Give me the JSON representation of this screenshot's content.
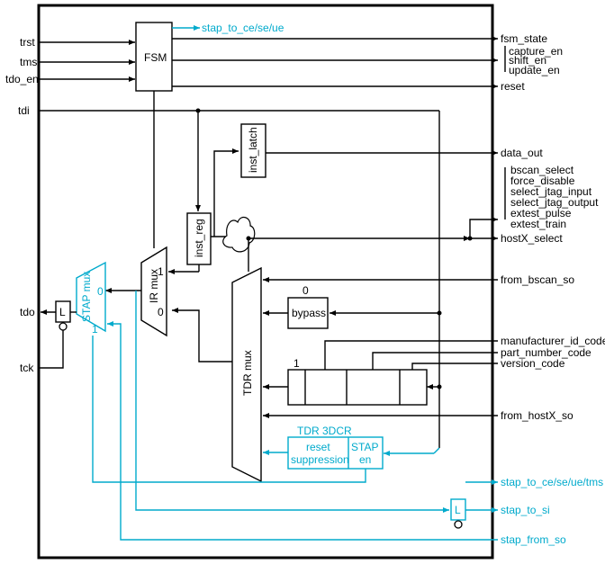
{
  "colors": {
    "line": "#000000",
    "accent": "#00aacc",
    "background": "#ffffff"
  },
  "inputs": {
    "trst": "trst",
    "tms": "tms",
    "tdo_en": "tdo_en",
    "tdi": "tdi",
    "tdo": "tdo",
    "tck": "tck"
  },
  "blocks": {
    "fsm": "FSM",
    "inst_latch": "inst_latch",
    "inst_reg": "inst_reg",
    "ir_mux": "IR mux",
    "stap_mux": "STAP mux",
    "tdr_mux": "TDR mux",
    "bypass": "bypass",
    "latch_tdo": "L",
    "latch_si": "L",
    "tdr_3dcr": "TDR 3DCR",
    "reset_suppression_1": "reset",
    "reset_suppression_2": "suppression",
    "stap_en_1": "STAP",
    "stap_en_2": "en"
  },
  "mux_inputs": {
    "ir_one": "1",
    "ir_zero": "0",
    "stap_zero": "0",
    "stap_one": "1",
    "bypass_zero": "0",
    "id_one": "1"
  },
  "outputs": {
    "stap_to_ce": "stap_to_ce/se/ue",
    "fsm_state": "fsm_state",
    "capture_en": "capture_en",
    "shift_en": "shift_en",
    "update_en": "update_en",
    "reset": "reset",
    "data_out": "data_out",
    "bscan_select": "bscan_select",
    "force_disable": "force_disable",
    "select_jtag_input": "select_jtag_input",
    "select_jtag_output": "select_jtag_output",
    "extest_pulse": "extest_pulse",
    "extest_train": "extest_train",
    "hostX_select": "hostX_select",
    "from_bscan_so": "from_bscan_so",
    "manufacturer_id_code": "manufacturer_id_code",
    "part_number_code": "part_number_code",
    "version_code": "version_code",
    "from_hostX_so": "from_hostX_so",
    "stap_to_ce_tms": "stap_to_ce/se/ue/tms",
    "stap_to_si": "stap_to_si",
    "stap_from_so": "stap_from_so"
  }
}
